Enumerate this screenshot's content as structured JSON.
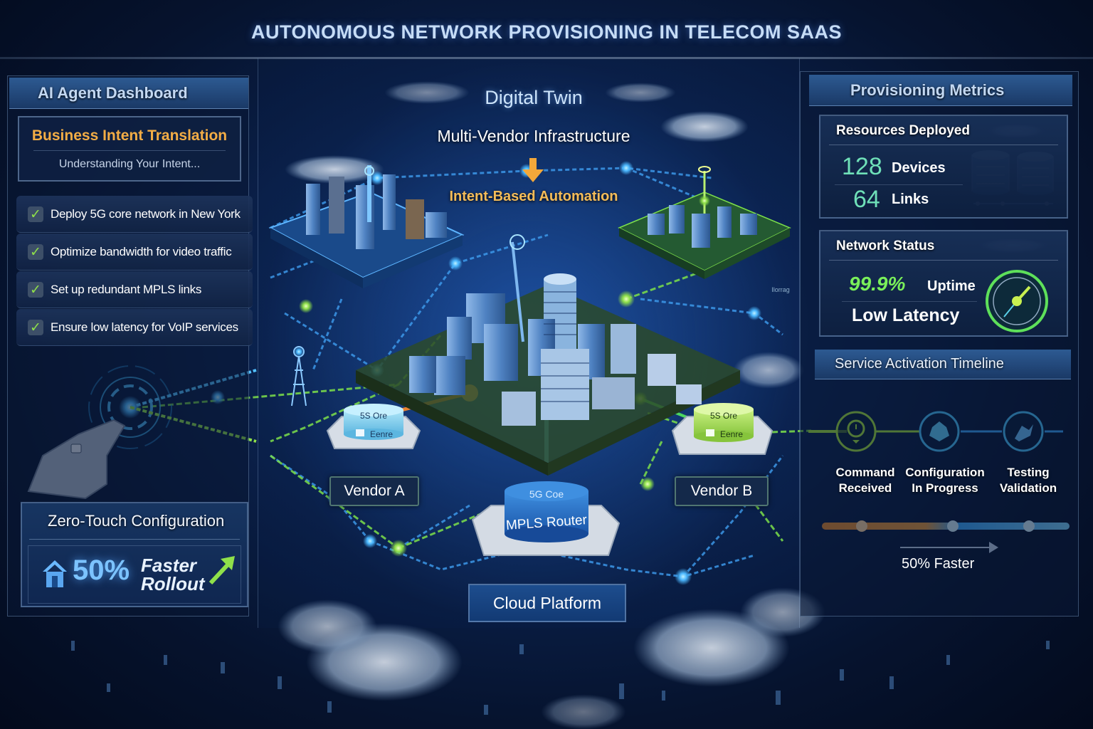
{
  "title": "AUTONOMOUS NETWORK PROVISIONING IN TELECOM SAAS",
  "left_panel": {
    "header": "AI Agent Dashboard",
    "intent": {
      "title": "Business Intent Translation",
      "subtitle": "Understanding Your Intent..."
    },
    "tasks": [
      {
        "label": "Deploy 5G core network in New York",
        "status": "done",
        "icon": "check-icon"
      },
      {
        "label": "Optimize bandwidth for video traffic",
        "status": "done",
        "icon": "check-icon"
      },
      {
        "label": "Set up redundant MPLS links",
        "status": "done",
        "icon": "check-icon"
      },
      {
        "label": "Ensure low latency for VoIP services",
        "status": "done",
        "icon": "check-icon"
      }
    ],
    "zero_touch": {
      "title": "Zero-Touch Configuration",
      "value": "50%",
      "line1": "Faster",
      "line2": "Rollout",
      "icon_left": "home-icon",
      "icon_right": "trend-up-arrow-icon"
    }
  },
  "center": {
    "digital_twin": "Digital Twin",
    "multi_vendor": "Multi-Vendor Infrastructure",
    "intent_automation": "Intent-Based Automation",
    "vendor_a": {
      "label": "Vendor A",
      "node_line1": "5S Ore",
      "node_line2": "Eenre"
    },
    "vendor_b": {
      "label": "Vendor B",
      "node_line1": "5S Ore",
      "node_line2": "Eenre"
    },
    "core_node": {
      "line1": "5G Coe",
      "line2": "MPLS Router"
    },
    "cloud_platform": "Cloud Platform",
    "small_label": "Ilorrag"
  },
  "right_panel": {
    "header": "Provisioning Metrics",
    "resources": {
      "title": "Resources Deployed",
      "devices_value": "128",
      "devices_label": "Devices",
      "links_value": "64",
      "links_label": "Links"
    },
    "status": {
      "title": "Network Status",
      "uptime_value": "99.9%",
      "uptime_label": "Uptime",
      "latency_label": "Low Latency"
    },
    "timeline": {
      "header": "Service Activation Timeline",
      "steps": [
        {
          "line1": "Command",
          "line2": "Received",
          "color": "#a6e83a"
        },
        {
          "line1": "Configuration",
          "line2": "In Progress",
          "color": "#49c6ff"
        },
        {
          "line1": "Testing",
          "line2": "Validation",
          "color": "#49c6ff"
        }
      ],
      "faster_label": "50% Faster"
    }
  },
  "colors": {
    "accent_orange": "#f3ad45",
    "accent_green": "#8fe04a",
    "accent_cyan": "#49c6ff",
    "metric_teal": "#6fe0b8",
    "uptime_green": "#7af05a"
  }
}
